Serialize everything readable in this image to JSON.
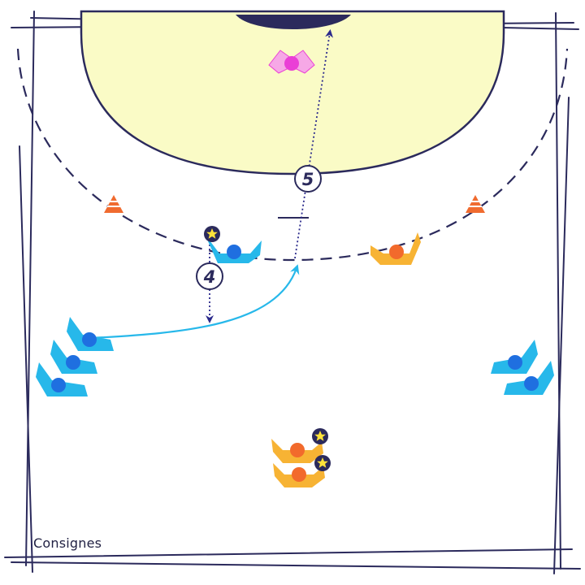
{
  "caption": "Consignes",
  "step_labels": [
    "4",
    "5"
  ],
  "colors": {
    "line": "#2b2a5c",
    "goal_area": "#fafbc6",
    "attacker_blue": "#27b8ea",
    "attacker_dot": "#1f6fe0",
    "defender_orange": "#f7b334",
    "defender_dot": "#f26a2c",
    "goalkeeper_pink": "#f6a8e6",
    "goalkeeper_dot": "#ea3fd6",
    "cone": "#f06b2f",
    "ball_star": "#ffe23a",
    "pass_arrow": "#2b2a8c",
    "run_arrow": "#27b8ea"
  },
  "icons": [
    "cone-icon",
    "ball-icon",
    "arrow-icon"
  ]
}
